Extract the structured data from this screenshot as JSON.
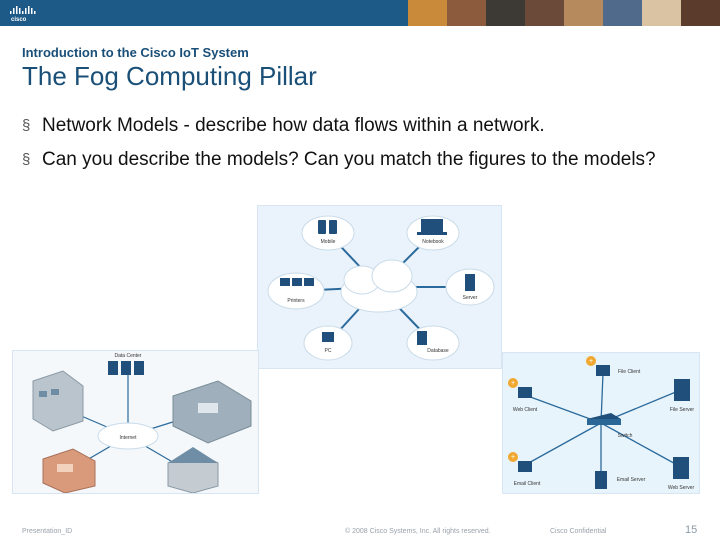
{
  "header": {
    "logo_text": "cisco"
  },
  "slide": {
    "kicker": "Introduction to the Cisco IoT System",
    "title": "The Fog Computing Pillar",
    "bullets": [
      "Network Models - describe how data flows within a network.",
      "Can you describe the models? Can you match the figures to the models?"
    ]
  },
  "figure_cloud": {
    "center_label": "",
    "nodes": [
      "Mobile",
      "Notebook",
      "Printers",
      "Server",
      "PC",
      "Database"
    ]
  },
  "figure_topology": {
    "nodes": [
      "Data Center",
      "Internet"
    ]
  },
  "figure_client_server": {
    "nodes": [
      "File Client",
      "Web Client",
      "File Server",
      "Switch",
      "Email Client",
      "Email Server",
      "Web Server"
    ]
  },
  "footer": {
    "presentation_id": "Presentation_ID",
    "copyright": "© 2008 Cisco Systems, Inc. All rights reserved.",
    "confidential": "Cisco Confidential",
    "page_number": "15"
  },
  "colors": {
    "banner": "#1e5a87",
    "title": "#1a4f78",
    "figure_bg": "#eaf3fb",
    "link_line": "#2b6a9c"
  }
}
